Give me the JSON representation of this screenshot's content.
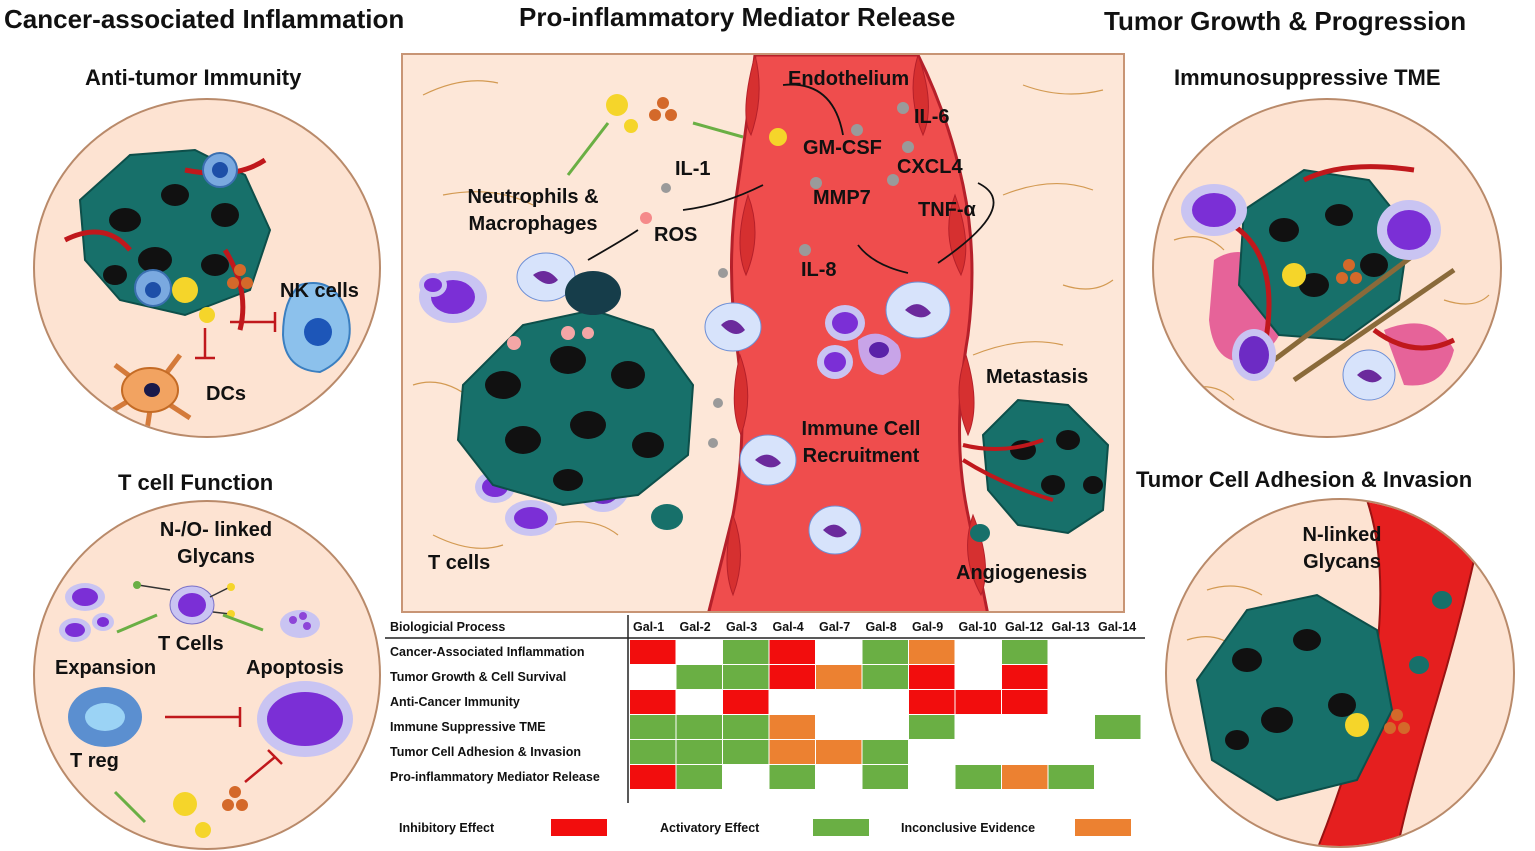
{
  "titles": {
    "left": "Cancer-associated Inflammation",
    "center": "Pro-inflammatory Mediator Release",
    "right": "Tumor Growth & Progression"
  },
  "panels": {
    "anti_tumor": {
      "title": "Anti-tumor Immunity",
      "nk": "NK cells",
      "dcs": "DCs"
    },
    "t_cell": {
      "title": "T cell Function",
      "glycans_1": "N-/O- linked",
      "glycans_2": "Glycans",
      "t_cells": "T Cells",
      "expansion": "Expansion",
      "apoptosis": "Apoptosis",
      "treg": "T reg"
    },
    "immunosuppressive": {
      "title": "Immunosuppressive TME"
    },
    "adhesion": {
      "title": "Tumor Cell Adhesion & Invasion",
      "glycans_1": "N-linked",
      "glycans_2": "Glycans"
    }
  },
  "center_panel": {
    "endothelium": "Endothelium",
    "il6": "IL-6",
    "gmcsf": "GM-CSF",
    "cxcl4": "CXCL4",
    "mmp7": "MMP7",
    "tnfa": "TNF-α",
    "il8": "IL-8",
    "il1": "IL-1",
    "ros": "ROS",
    "neutrophils_1": "Neutrophils &",
    "neutrophils_2": "Macrophages",
    "immune_1": "Immune Cell",
    "immune_2": "Recruitment",
    "metastasis": "Metastasis",
    "angiogenesis": "Angiogenesis",
    "t_cells": "T cells"
  },
  "table": {
    "header": "Biologicial Process",
    "columns": [
      "Gal-1",
      "Gal-2",
      "Gal-3",
      "Gal-4",
      "Gal-7",
      "Gal-8",
      "Gal-9",
      "Gal-10",
      "Gal-12",
      "Gal-13",
      "Gal-14"
    ],
    "rows": [
      {
        "label": "Cancer-Associated Inflammation",
        "cells": [
          "I",
          "",
          "A",
          "I",
          "",
          "A",
          "C",
          "",
          "A",
          "",
          ""
        ]
      },
      {
        "label": "Tumor Growth & Cell Survival",
        "cells": [
          "",
          "A",
          "A",
          "I",
          "C",
          "A",
          "I",
          "",
          "I",
          "",
          ""
        ]
      },
      {
        "label": "Anti-Cancer Immunity",
        "cells": [
          "I",
          "",
          "I",
          "",
          "",
          "",
          "I",
          "I",
          "I",
          "",
          ""
        ]
      },
      {
        "label": "Immune Suppressive TME",
        "cells": [
          "A",
          "A",
          "A",
          "C",
          "",
          "",
          "A",
          "",
          "",
          "",
          "A"
        ]
      },
      {
        "label": "Tumor Cell Adhesion & Invasion",
        "cells": [
          "A",
          "A",
          "A",
          "C",
          "C",
          "A",
          "",
          "",
          "",
          "",
          ""
        ]
      },
      {
        "label": "Pro-inflammatory Mediator Release",
        "cells": [
          "I",
          "A",
          "",
          "A",
          "",
          "A",
          "",
          "A",
          "C",
          "A",
          ""
        ]
      }
    ]
  },
  "legend": {
    "inhibitory": "Inhibitory Effect",
    "activatory": "Activatory Effect",
    "inconclusive": "Inconclusive Evidence"
  },
  "colors": {
    "I": "#f20d0d",
    "A": "#6aaf44",
    "C": "#ec8131",
    "vessel": "#ef4d4d",
    "tumor": "#17706a",
    "panel_bg": "#fde7d8"
  }
}
